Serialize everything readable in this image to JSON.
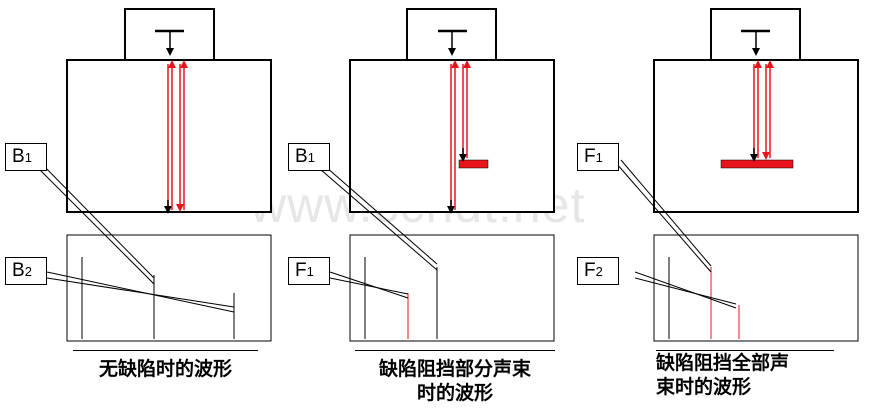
{
  "watermark": "www.ccndt.net",
  "colors": {
    "beam": "#e8141b",
    "line": "#000000",
    "defect": "#e8141b"
  },
  "panels": [
    {
      "caption": [
        "无缺陷时的波形"
      ],
      "labels": [
        {
          "main": "B",
          "sub": "1"
        },
        {
          "main": "B",
          "sub": "2"
        }
      ]
    },
    {
      "caption": [
        "缺陷阻挡部分声束",
        "时的波形"
      ],
      "labels": [
        {
          "main": "B",
          "sub": "1"
        },
        {
          "main": "F",
          "sub": "1"
        }
      ]
    },
    {
      "caption": [
        "缺陷阻挡全部声",
        "束时的波形"
      ],
      "labels": [
        {
          "main": "F",
          "sub": "1"
        },
        {
          "main": "F",
          "sub": "2"
        }
      ]
    }
  ]
}
